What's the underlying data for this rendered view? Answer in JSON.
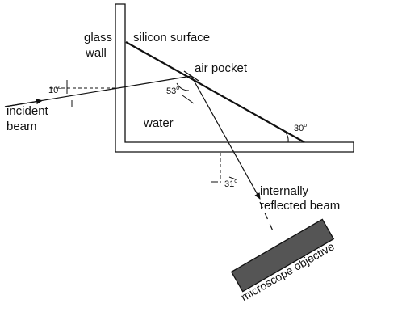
{
  "labels": {
    "glass_line1": "glass",
    "glass_line2": "wall",
    "silicon_surface": "silicon surface",
    "air_pocket": "air pocket",
    "incident_line1": "incident",
    "incident_line2": "beam",
    "water": "water",
    "reflected_line1": "internally",
    "reflected_line2": "reflected beam",
    "microscope_objective": "microscope objective"
  },
  "angles": {
    "incident": {
      "value": "10",
      "unit": "o"
    },
    "at_air_pocket": {
      "value": "53",
      "unit": "o"
    },
    "surface_tilt": {
      "value": "30",
      "unit": "o"
    },
    "reflected": {
      "value": "31",
      "unit": "o"
    }
  },
  "colors": {
    "line": "#111111",
    "objective_fill": "#555555"
  }
}
